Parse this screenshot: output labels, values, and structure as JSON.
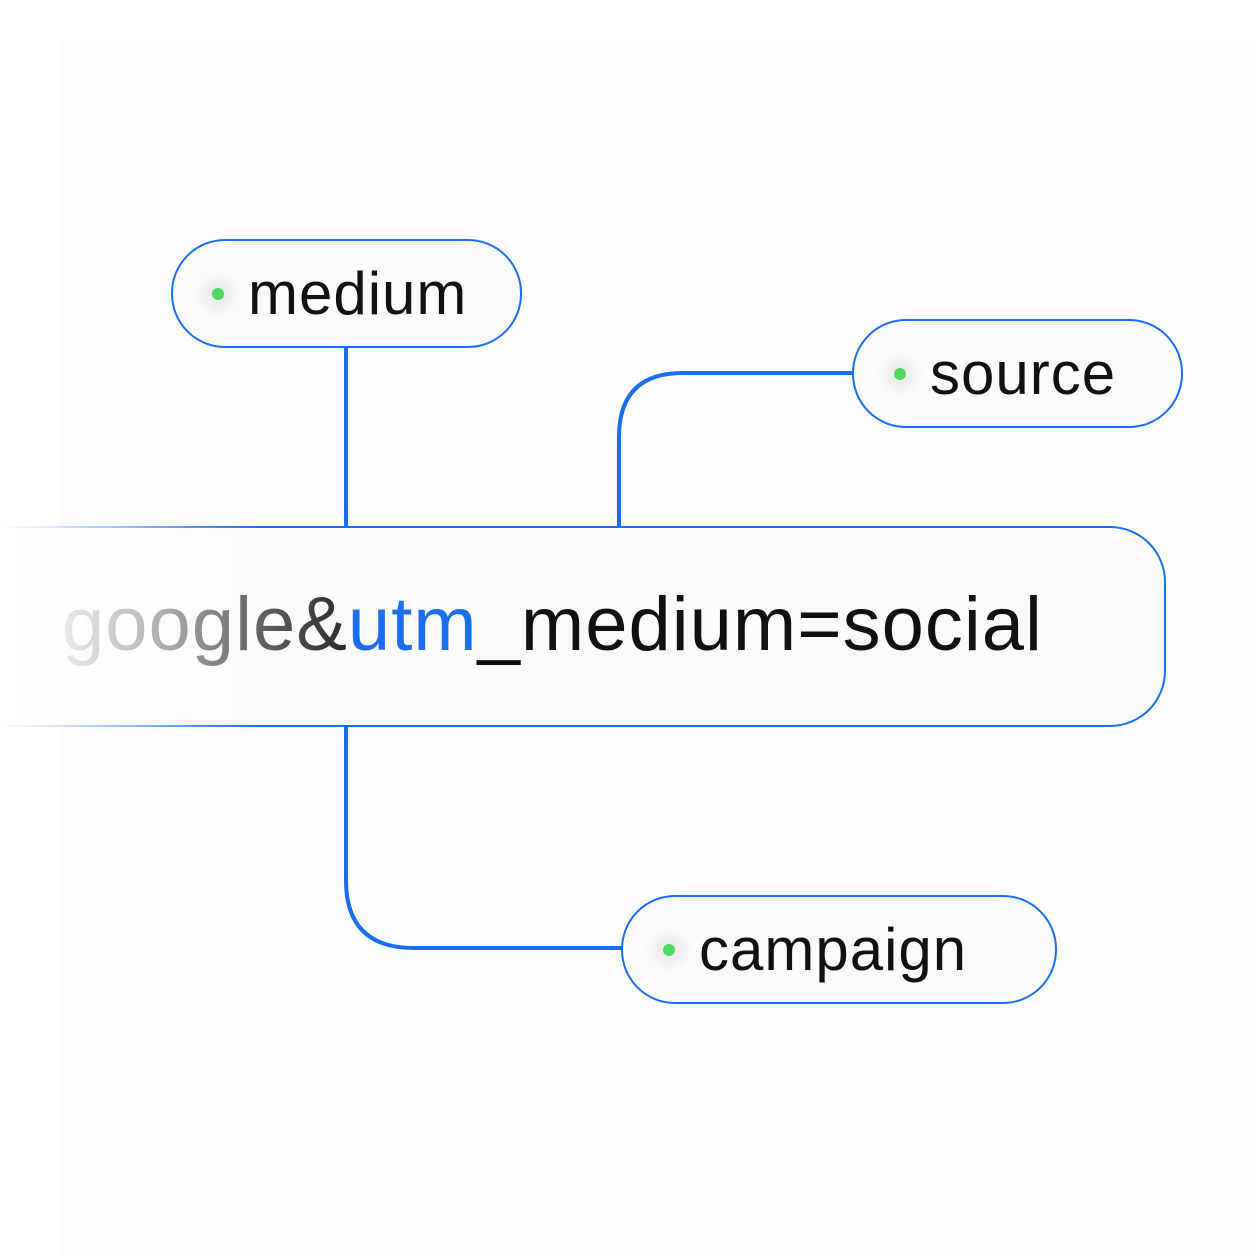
{
  "colors": {
    "accent": "#1a6ff0",
    "dot": "#4cd964",
    "text": "#111111"
  },
  "url": {
    "faded_part": "google&",
    "key_part": "utm",
    "rest_part": "_medium=social"
  },
  "nodes": {
    "medium": "medium",
    "source": "source",
    "campaign": "campaign"
  }
}
